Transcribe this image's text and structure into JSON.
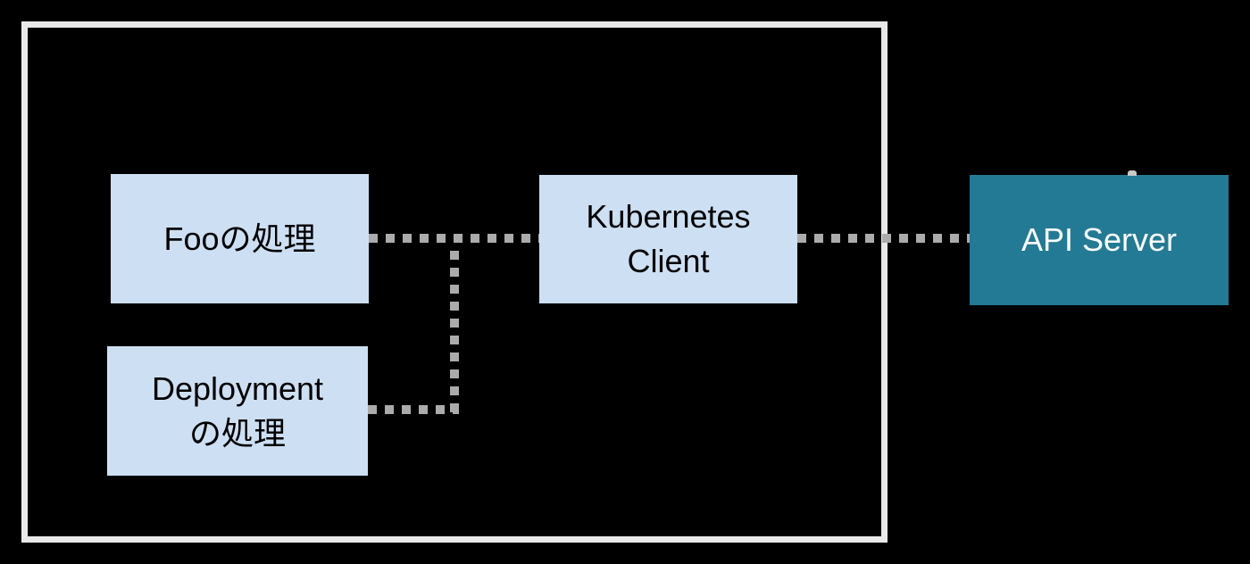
{
  "diagram": {
    "background_color": "#000000",
    "container": {
      "border_color": "#e9e9e9",
      "label": ""
    },
    "nodes": {
      "foo": {
        "label": "Fooの処理",
        "fill": "#cddff3",
        "text_color": "#000000"
      },
      "deployment": {
        "label": "Deployment\nの処理",
        "fill": "#cddff3",
        "text_color": "#000000"
      },
      "kubernetes_client": {
        "label": "Kubernetes\nClient",
        "fill": "#cddff3",
        "text_color": "#000000"
      },
      "api_server": {
        "label": "API Server",
        "fill": "#237a94",
        "text_color": "#ffffff"
      }
    },
    "connectors": [
      {
        "from": "foo",
        "to": "kubernetes_client",
        "style": "dotted",
        "color": "#ababab"
      },
      {
        "from": "deployment",
        "to": "foo_kubernetes_connector",
        "style": "dotted-elbow",
        "color": "#ababab"
      },
      {
        "from": "kubernetes_client",
        "to": "api_server",
        "style": "dotted",
        "color": "#ababab"
      }
    ]
  }
}
